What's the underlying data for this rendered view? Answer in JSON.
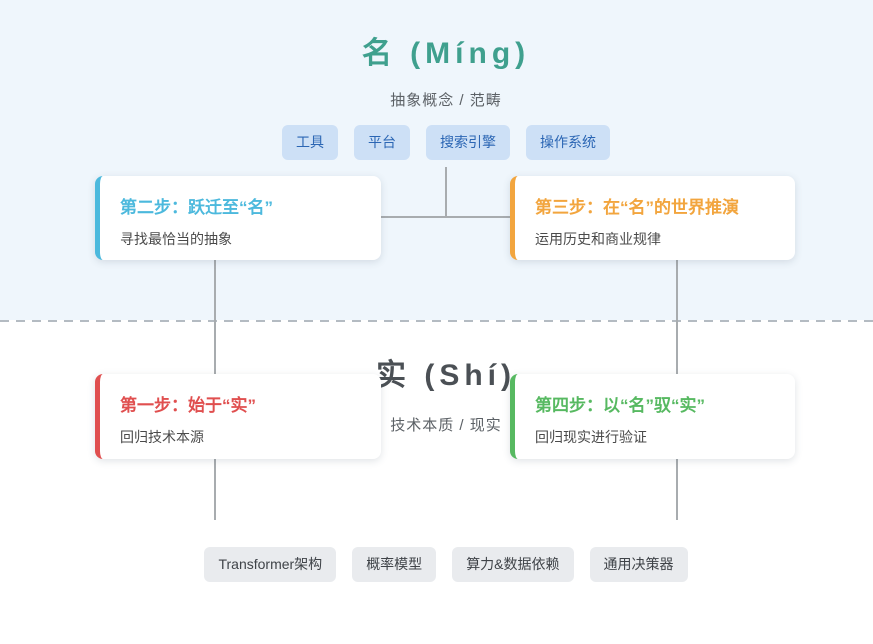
{
  "ming_section": {
    "title": "名 (Míng)",
    "subtitle": "抽象概念 / 范畴",
    "title_color": "#3fa08e",
    "chips": [
      "工具",
      "平台",
      "搜索引擎",
      "操作系统"
    ],
    "chip_bg": "#cde0f6",
    "chip_text_color": "#2b66b4"
  },
  "shi_section": {
    "title": "实 (Shí)",
    "subtitle": "技术本质 / 现实",
    "title_color": "#4b5055",
    "chips": [
      "Transformer架构",
      "概率模型",
      "算力&数据依赖",
      "通用决策器"
    ],
    "chip_bg": "#e9ebee",
    "chip_text_color": "#3f4348"
  },
  "steps": {
    "step1": {
      "title": "第一步：始于“实”",
      "body": "回归技术本源",
      "accent": "#e04f4f"
    },
    "step2": {
      "title": "第二步：跃迁至“名”",
      "body": "寻找最恰当的抽象",
      "accent": "#4cb9dd"
    },
    "step3": {
      "title": "第三步：在“名”的世界推演",
      "body": "运用历史和商业规律",
      "accent": "#f2a53e"
    },
    "step4": {
      "title": "第四步：以“名”驭“实”",
      "body": "回归现实进行验证",
      "accent": "#57b961"
    }
  },
  "colors": {
    "top_background": "#eff6fc",
    "bottom_background": "#ffffff",
    "connector_line": "#a8acaf",
    "dashed_divider": "#b4bbc2"
  }
}
